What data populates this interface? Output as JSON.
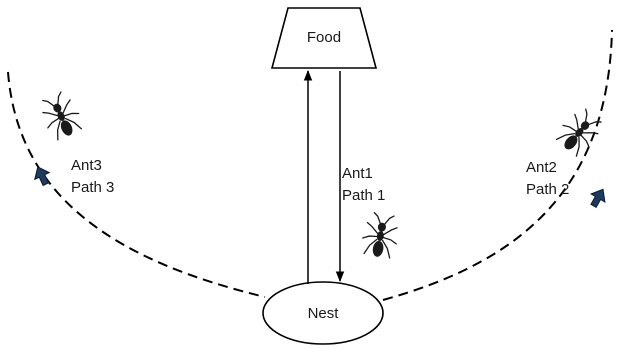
{
  "nodes": {
    "food": "Food",
    "nest": "Nest"
  },
  "ants": [
    {
      "id": "ant1",
      "name": "Ant1",
      "path": "Path 1"
    },
    {
      "id": "ant2",
      "name": "Ant2",
      "path": "Path 2"
    },
    {
      "id": "ant3",
      "name": "Ant3",
      "path": "Path 3"
    }
  ],
  "colors": {
    "line": "#000000",
    "direction_arrow": "#1f3a5f",
    "ant": "#1a1a1a"
  }
}
